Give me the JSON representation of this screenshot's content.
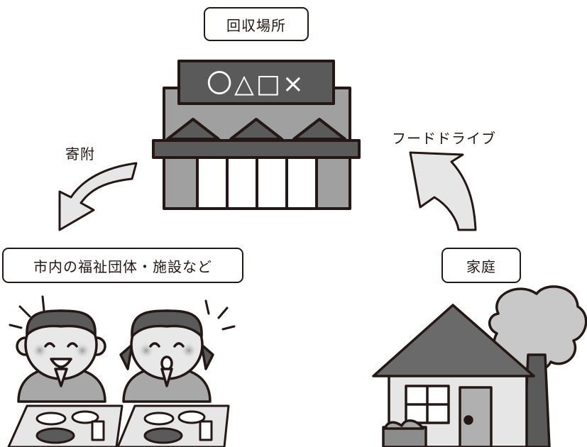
{
  "collection_point": {
    "label": "回収場所",
    "sign_text": "〇△□×"
  },
  "flow": {
    "donation_label": "寄附",
    "food_drive_label": "フードドライブ"
  },
  "recipients": {
    "label": "市内の福祉団体・施設など"
  },
  "household": {
    "label": "家庭"
  },
  "colors": {
    "outline": "#231815",
    "dark_gray": "#5a5a5a",
    "mid_gray": "#8c8c8c",
    "light_gray": "#c8c8c8",
    "pale_gray": "#e6e6e6"
  }
}
